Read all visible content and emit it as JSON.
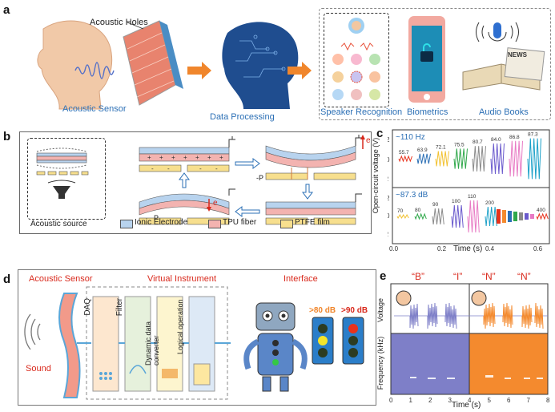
{
  "panels": {
    "a": {
      "letter": "a",
      "acoustic_holes": "Acoustic Holes",
      "acoustic_sensor": "Acoustic Sensor",
      "data_processing": "Data Processing",
      "speaker_recognition": "Speaker Recognition",
      "biometrics": "Biometrics",
      "audio_books": "Audio Books",
      "news": "NEWS"
    },
    "b": {
      "letter": "b",
      "acoustic_source": "Acoustic source",
      "minus_p": "-P",
      "p": "P",
      "e1": "e",
      "e2": "e",
      "legend": [
        "Ionic Electrode",
        "TPU fiber",
        "PTFE film"
      ]
    },
    "c": {
      "letter": "c",
      "freq_label": "~110 Hz",
      "db_label": "~87.3 dB",
      "ylabel": "Open-circuit voltage (V)",
      "xlabel": "Time (s)",
      "top_labels": [
        "55.7",
        "63.9",
        "72.1",
        "75.5",
        "80.7",
        "84.0",
        "86.8",
        "87.3"
      ],
      "bottom_labels": [
        "70",
        "80",
        "90",
        "100",
        "110",
        "200",
        "400"
      ],
      "top_yticks": [
        "2",
        "0",
        "-2"
      ],
      "bottom_yticks": [
        "2",
        "0",
        "-2"
      ],
      "xticks": [
        "0.0",
        "0.2",
        "0.4",
        "0.6"
      ]
    },
    "d": {
      "letter": "d",
      "acoustic_sensor": "Acoustic Sensor",
      "virtual_instrument": "Virtual Instrument",
      "interface": "Interface",
      "sound": "Sound",
      "daq": "DAQ",
      "filter": "Filter",
      "converter": "Dynamic data converter",
      "logical": "Logical operation",
      "db80": ">80 dB",
      "db90": ">90 dB"
    },
    "e": {
      "letter": "e",
      "letters": [
        "“B”",
        "“I”",
        "“N”",
        "“N”"
      ],
      "voltage": "Voltage",
      "frequency": "Frequency (kHz)",
      "xlabel": "Time (s)",
      "xticks": [
        "0",
        "1",
        "2",
        "3",
        "4",
        "5",
        "6",
        "7",
        "8"
      ]
    }
  },
  "colors": {
    "orange": "#f0862c",
    "blue": "#2b6fb5",
    "red": "#d9291c",
    "spectro_blue": "#7e7fc8",
    "spectro_orange": "#f48a2e",
    "ionic": "#b8d3ee",
    "tpu": "#f3b3b0",
    "ptfe": "#f7df8e"
  }
}
